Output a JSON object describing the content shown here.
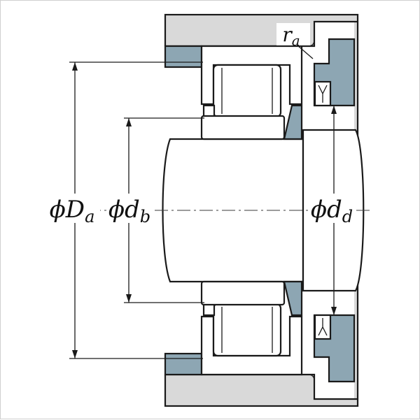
{
  "diagram": {
    "type": "bearing-mounting-cross-section",
    "labels": {
      "housing_abutment_diameter": {
        "main": "ϕD",
        "sub": "a"
      },
      "shaft_abutment_diameter": {
        "main": "ϕd",
        "sub": "b"
      },
      "cap_bore_diameter": {
        "main": "ϕd",
        "sub": "d"
      },
      "fillet_radius": {
        "main": "r",
        "sub": "a"
      }
    },
    "colors": {
      "background": "#ffffff",
      "housing_gray": "#d9d9d9",
      "section_blue_gray": "#8da6b3",
      "line": "#1a1a1a"
    }
  }
}
